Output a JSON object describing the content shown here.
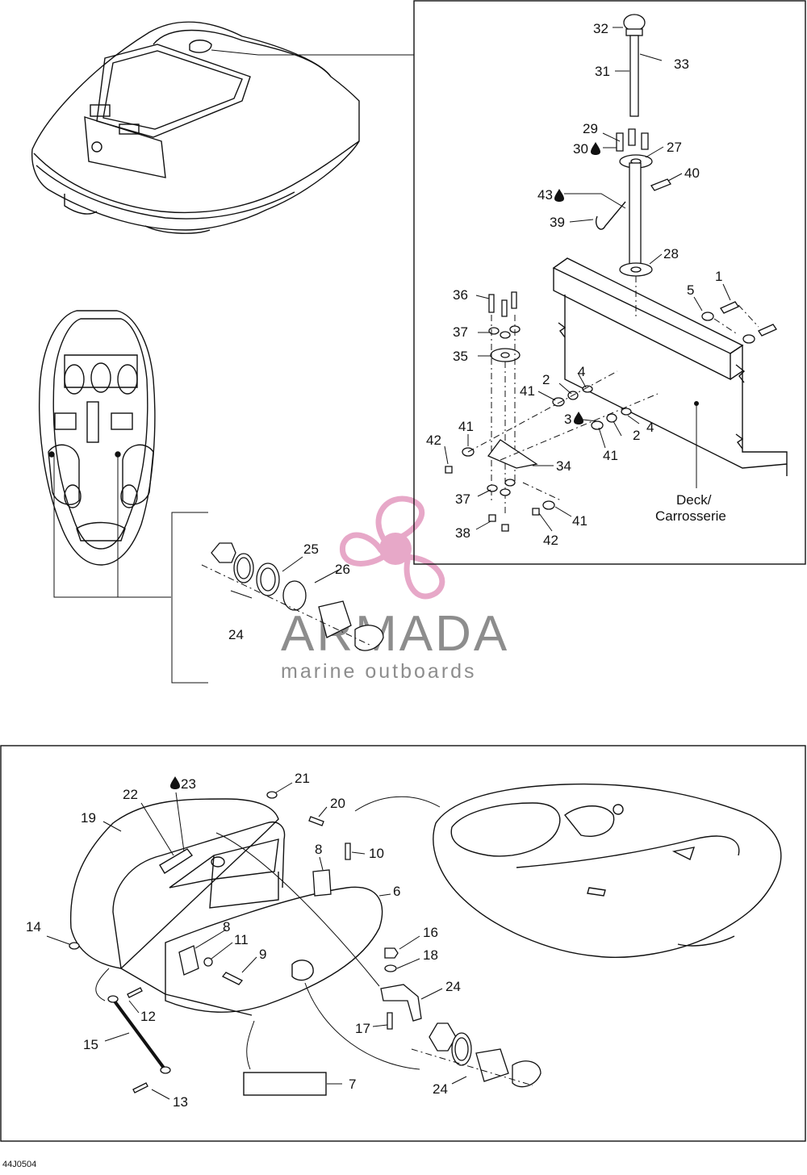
{
  "watermark": {
    "brand": "ARMADA",
    "tagline": "marine outboards",
    "colors": {
      "logo": "#e7a8c8",
      "text": "#7a7a7a"
    }
  },
  "reference_code": "44J0504",
  "deck_label": [
    "Deck/",
    "Carrosserie"
  ],
  "icons": {
    "sealant": "drop-icon"
  },
  "top_callouts": [
    {
      "text": "32"
    },
    {
      "text": "33"
    },
    {
      "text": "31"
    },
    {
      "text": "29"
    },
    {
      "text": "30"
    },
    {
      "text": "27"
    },
    {
      "text": "40"
    },
    {
      "text": "43"
    },
    {
      "text": "39"
    },
    {
      "text": "28"
    },
    {
      "text": "36"
    },
    {
      "text": "1"
    },
    {
      "text": "5"
    },
    {
      "text": "37"
    },
    {
      "text": "35"
    },
    {
      "text": "4"
    },
    {
      "text": "2"
    },
    {
      "text": "41"
    },
    {
      "text": "3"
    },
    {
      "text": "4"
    },
    {
      "text": "41"
    },
    {
      "text": "2"
    },
    {
      "text": "42"
    },
    {
      "text": "41"
    },
    {
      "text": "34"
    },
    {
      "text": "37"
    },
    {
      "text": "41"
    },
    {
      "text": "38"
    },
    {
      "text": "42"
    },
    {
      "text": "25"
    },
    {
      "text": "26"
    },
    {
      "text": "24"
    }
  ],
  "bottom_callouts": [
    {
      "text": "21"
    },
    {
      "text": "23"
    },
    {
      "text": "22"
    },
    {
      "text": "20"
    },
    {
      "text": "19"
    },
    {
      "text": "8"
    },
    {
      "text": "10"
    },
    {
      "text": "6"
    },
    {
      "text": "14"
    },
    {
      "text": "8"
    },
    {
      "text": "11"
    },
    {
      "text": "9"
    },
    {
      "text": "16"
    },
    {
      "text": "18"
    },
    {
      "text": "24"
    },
    {
      "text": "12"
    },
    {
      "text": "15"
    },
    {
      "text": "17"
    },
    {
      "text": "7"
    },
    {
      "text": "24"
    },
    {
      "text": "13"
    }
  ]
}
